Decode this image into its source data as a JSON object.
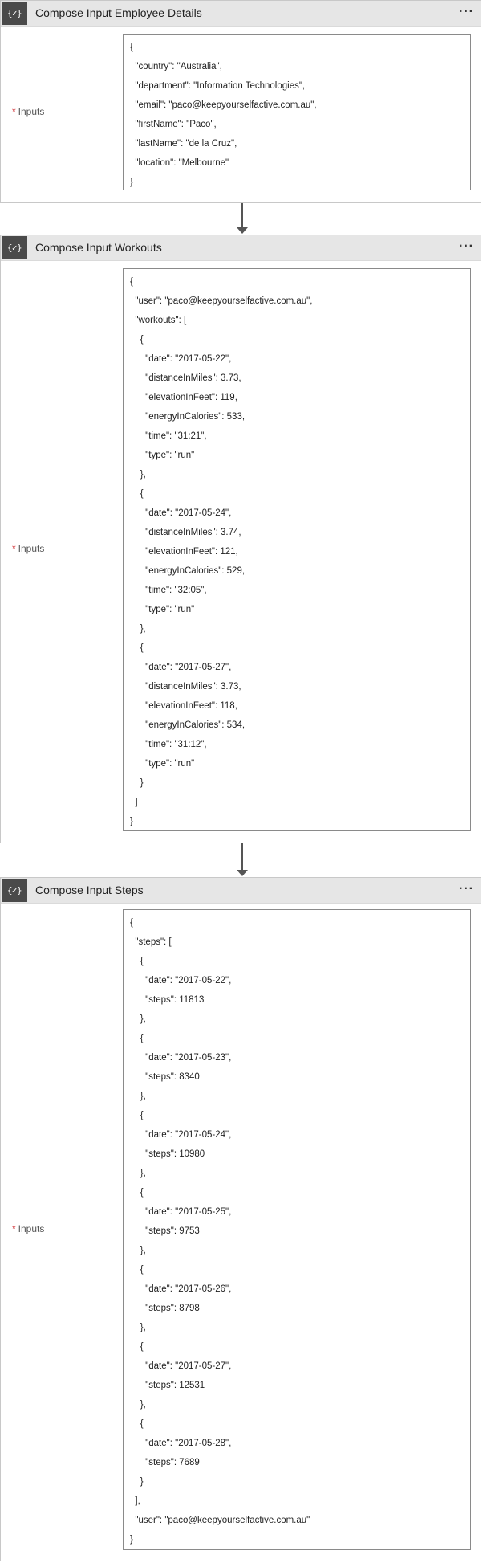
{
  "cards": [
    {
      "title": "Compose Input Employee Details",
      "icon_text": "{✓}",
      "menu": "···",
      "inputs_label": "Inputs",
      "required_mark": "*",
      "lines": [
        "{",
        "  \"country\": \"Australia\",",
        "  \"department\": \"Information Technologies\",",
        "  \"email\": \"paco@keepyourselfactive.com.au\",",
        "  \"firstName\": \"Paco\",",
        "  \"lastName\": \"de la Cruz\",",
        "  \"location\": \"Melbourne\"",
        "}"
      ]
    },
    {
      "title": "Compose Input Workouts",
      "icon_text": "{✓}",
      "menu": "···",
      "inputs_label": "Inputs",
      "required_mark": "*",
      "lines": [
        "{",
        "  \"user\": \"paco@keepyourselfactive.com.au\",",
        "  \"workouts\": [",
        "    {",
        "      \"date\": \"2017-05-22\",",
        "      \"distanceInMiles\": 3.73,",
        "      \"elevationInFeet\": 119,",
        "      \"energyInCalories\": 533,",
        "      \"time\": \"31:21\",",
        "      \"type\": \"run\"",
        "    },",
        "    {",
        "      \"date\": \"2017-05-24\",",
        "      \"distanceInMiles\": 3.74,",
        "      \"elevationInFeet\": 121,",
        "      \"energyInCalories\": 529,",
        "      \"time\": \"32:05\",",
        "      \"type\": \"run\"",
        "    },",
        "    {",
        "      \"date\": \"2017-05-27\",",
        "      \"distanceInMiles\": 3.73,",
        "      \"elevationInFeet\": 118,",
        "      \"energyInCalories\": 534,",
        "      \"time\": \"31:12\",",
        "      \"type\": \"run\"",
        "    }",
        "  ]",
        "}"
      ]
    },
    {
      "title": "Compose Input Steps",
      "icon_text": "{✓}",
      "menu": "···",
      "inputs_label": "Inputs",
      "required_mark": "*",
      "lines": [
        "{",
        "  \"steps\": [",
        "    {",
        "      \"date\": \"2017-05-22\",",
        "      \"steps\": 11813",
        "    },",
        "    {",
        "      \"date\": \"2017-05-23\",",
        "      \"steps\": 8340",
        "    },",
        "    {",
        "      \"date\": \"2017-05-24\",",
        "      \"steps\": 10980",
        "    },",
        "    {",
        "      \"date\": \"2017-05-25\",",
        "      \"steps\": 9753",
        "    },",
        "    {",
        "      \"date\": \"2017-05-26\",",
        "      \"steps\": 8798",
        "    },",
        "    {",
        "      \"date\": \"2017-05-27\",",
        "      \"steps\": 12531",
        "    },",
        "    {",
        "      \"date\": \"2017-05-28\",",
        "      \"steps\": 7689",
        "    }",
        "  ],",
        "  \"user\": \"paco@keepyourselfactive.com.au\"",
        "}"
      ]
    }
  ]
}
